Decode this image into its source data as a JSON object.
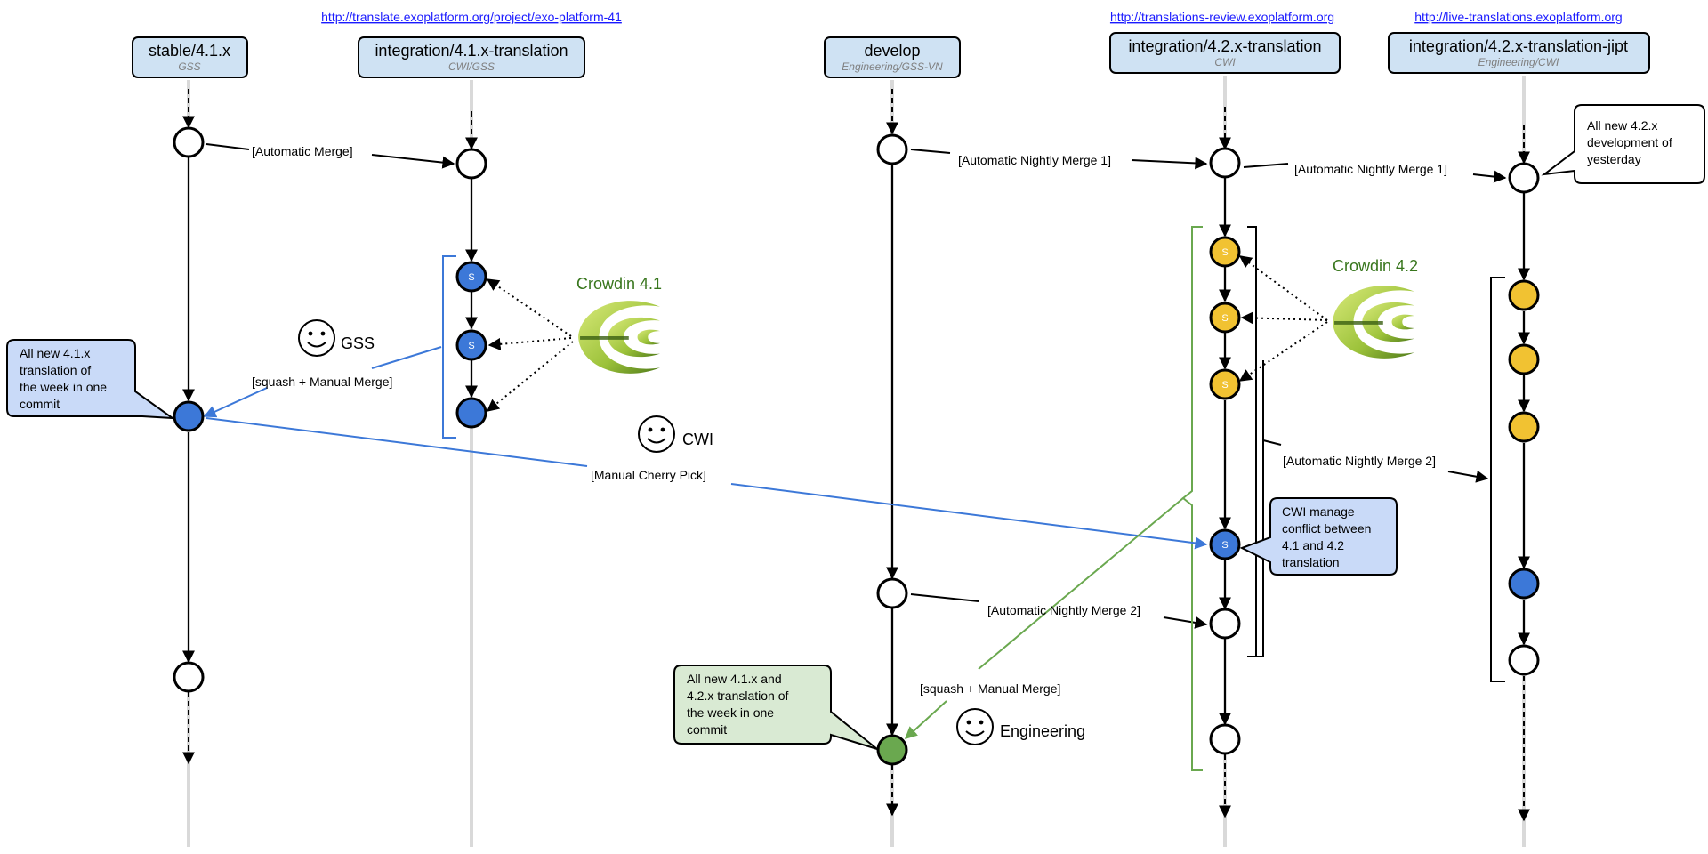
{
  "branches": [
    {
      "title": "stable/4.1.x",
      "team": "GSS",
      "url": ""
    },
    {
      "title": "integration/4.1.x-translation",
      "team": "CWI/GSS",
      "url": "http://translate.exoplatform.org/project/exo-platform-41"
    },
    {
      "title": "develop",
      "team": "Engineering/GSS-VN",
      "url": ""
    },
    {
      "title": "integration/4.2.x-translation",
      "team": "CWI",
      "url": "http://translations-review.exoplatform.org"
    },
    {
      "title": "integration/4.2.x-translation-jipt",
      "team": "Engineering/CWI",
      "url": "http://live-translations.exoplatform.org"
    }
  ],
  "merge_labels": {
    "automatic_merge": "[Automatic Merge]",
    "automatic_nightly_merge_1": "[Automatic Nightly Merge 1]",
    "automatic_nightly_merge_2": "[Automatic Nightly Merge 2]",
    "squash_manual_merge": "[squash + Manual Merge]",
    "manual_cherry_pick": "[Manual Cherry Pick]"
  },
  "crowdin": {
    "v41": "Crowdin 4.1",
    "v42": "Crowdin 4.2"
  },
  "people": {
    "gss": "GSS",
    "cwi": "CWI",
    "engineering": "Engineering"
  },
  "squash_marker": "S",
  "notes": {
    "note_41_lines": [
      "All new 4.1.x",
      "translation of",
      "the week in one",
      "commit"
    ],
    "note_42_lines": [
      "All new 4.2.x",
      "development of",
      "yesterday"
    ],
    "note_cwi_lines": [
      "CWI manage",
      "conflict between",
      "4.1 and 4.2",
      "translation"
    ],
    "note_eng_lines": [
      "All new 4.1.x  and",
      "4.2.x translation of",
      "the week in one",
      "commit"
    ]
  },
  "colors": {
    "box_fill": "#cfe2f3",
    "blue_note": "#c9daf8",
    "green_note": "#d9ead3",
    "commit_blue": "#3c78d8",
    "commit_yellow": "#f1c232",
    "commit_green": "#6aa84f",
    "crowdin_green": "#38761d",
    "link_blue": "#1a1aff"
  }
}
